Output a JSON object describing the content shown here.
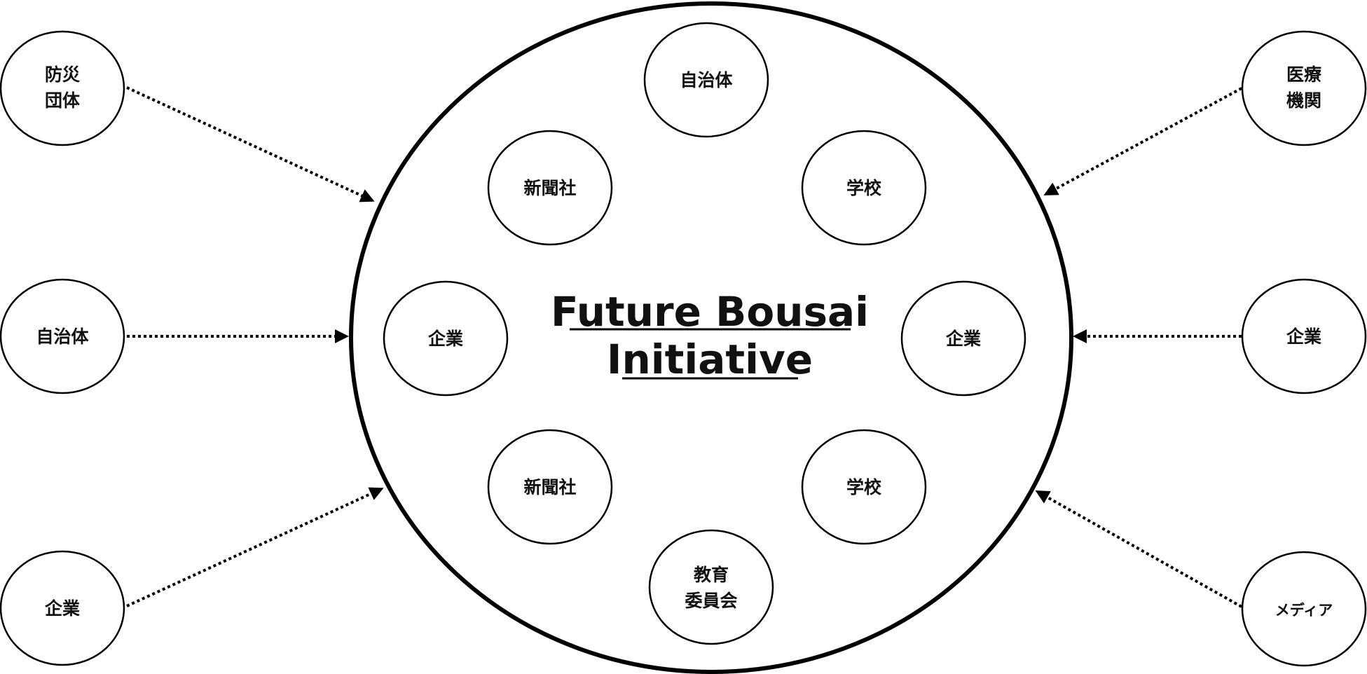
{
  "title": {
    "line1": "Future Bousai",
    "line2": "Initiative"
  },
  "inner_nodes": {
    "top": "自治体",
    "upper_left": "新聞社",
    "upper_right": "学校",
    "left": "企業",
    "right": "企業",
    "lower_left": "新聞社",
    "lower_right": "学校",
    "bottom": [
      "教育",
      "委員会"
    ]
  },
  "outer_nodes": {
    "left_top": [
      "防災",
      "団体"
    ],
    "left_middle": "自治体",
    "left_bottom": "企業",
    "right_top": [
      "医療",
      "機関"
    ],
    "right_middle": "企業",
    "right_bottom": "メディア"
  },
  "colors": {
    "stroke": "#000000",
    "text": "#111111",
    "background": "#ffffff"
  }
}
